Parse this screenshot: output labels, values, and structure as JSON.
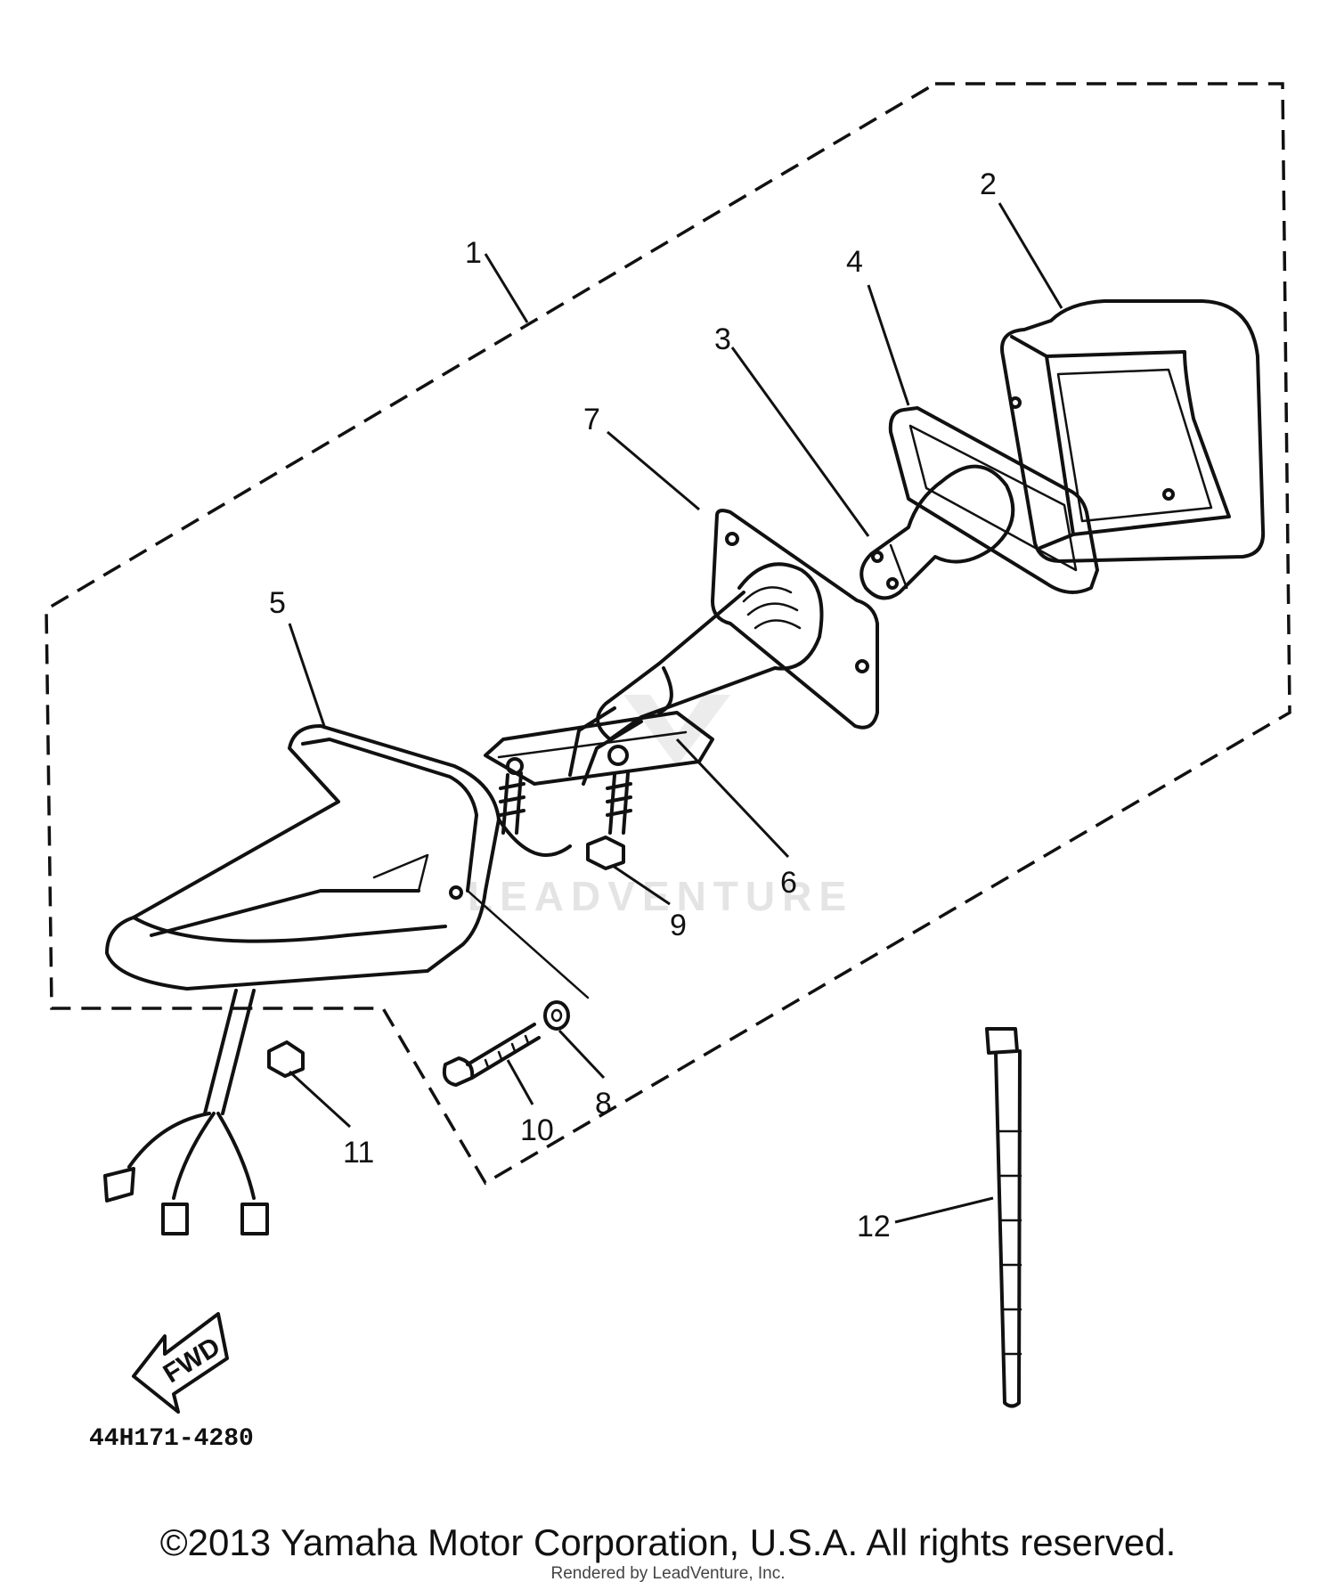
{
  "diagram": {
    "callouts": [
      "1",
      "2",
      "3",
      "4",
      "5",
      "6",
      "7",
      "8",
      "9",
      "10",
      "11",
      "12"
    ],
    "direction_label": "FWD",
    "part_code": "44H171-4280",
    "watermark": "LEADVENTURE"
  },
  "footer": {
    "copyright": "©2013 Yamaha Motor Corporation, U.S.A. All rights reserved.",
    "rendered_by": "Rendered by LeadVenture, Inc."
  }
}
